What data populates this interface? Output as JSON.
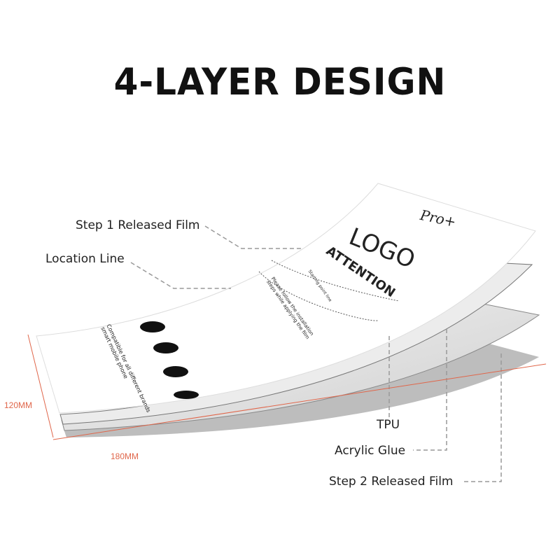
{
  "title": "4-LAYER DESIGN",
  "labels": {
    "step1": "Step 1 Released Film",
    "location": "Location Line",
    "tpu": "TPU",
    "glue": "Acrylic Glue",
    "step2": "Step 2 Released Film"
  },
  "dimensions": {
    "height": "120MM",
    "width": "180MM"
  },
  "film_print": {
    "brand": "Pro+",
    "logo": "LOGO",
    "attention": "ATTENTION",
    "start_line": "Starting point line",
    "instructions": "Please follow the installation steps while applying the film",
    "compatible": "Compatible for all different brands smart mobile phone"
  },
  "colors": {
    "dimension": "#e0664a",
    "leader": "#999999"
  }
}
